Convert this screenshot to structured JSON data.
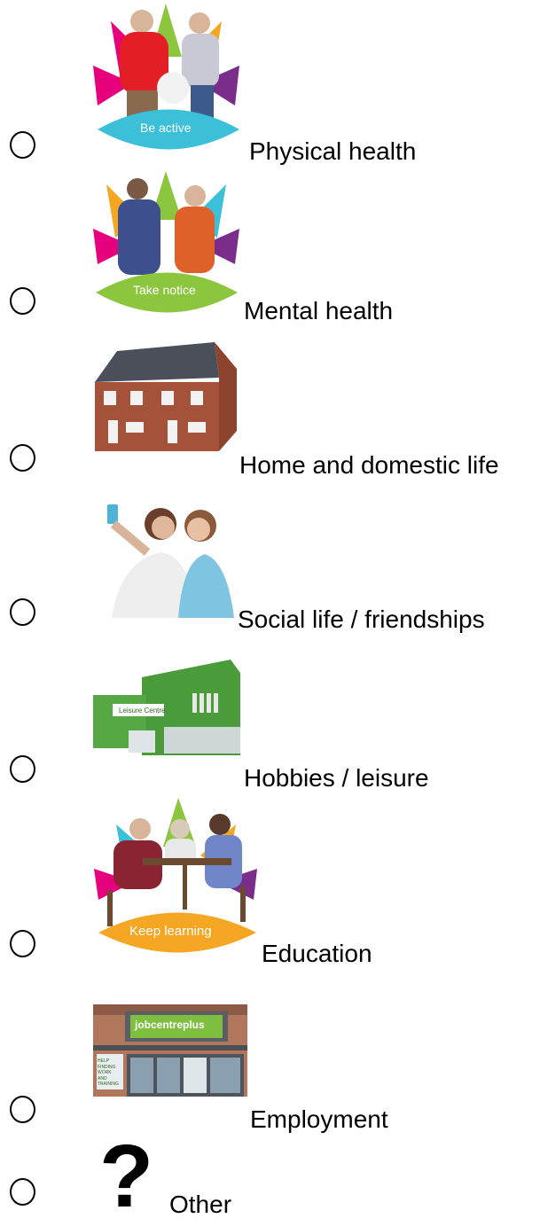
{
  "options": [
    {
      "label": "Physical health",
      "icon": "be-active-dancing-icon",
      "banner": "Be active",
      "banner_color": "#3cbfd8"
    },
    {
      "label": "Mental health",
      "icon": "take-notice-people-icon",
      "banner": "Take notice",
      "banner_color": "#8cc63f"
    },
    {
      "label": "Home and domestic life",
      "icon": "house-icon"
    },
    {
      "label": "Social life / friendships",
      "icon": "friends-selfie-icon"
    },
    {
      "label": "Hobbies / leisure",
      "icon": "leisure-centre-icon",
      "sign": "Leisure Centre"
    },
    {
      "label": "Education",
      "icon": "keep-learning-group-icon",
      "banner": "Keep learning",
      "banner_color": "#f5a623"
    },
    {
      "label": "Employment",
      "icon": "jobcentre-building-icon",
      "sign": "jobcentreplus",
      "poster": "HELP FINDING WORK AND TRAINING"
    },
    {
      "label": "Other",
      "icon": "question-mark-icon",
      "glyph": "?"
    }
  ]
}
